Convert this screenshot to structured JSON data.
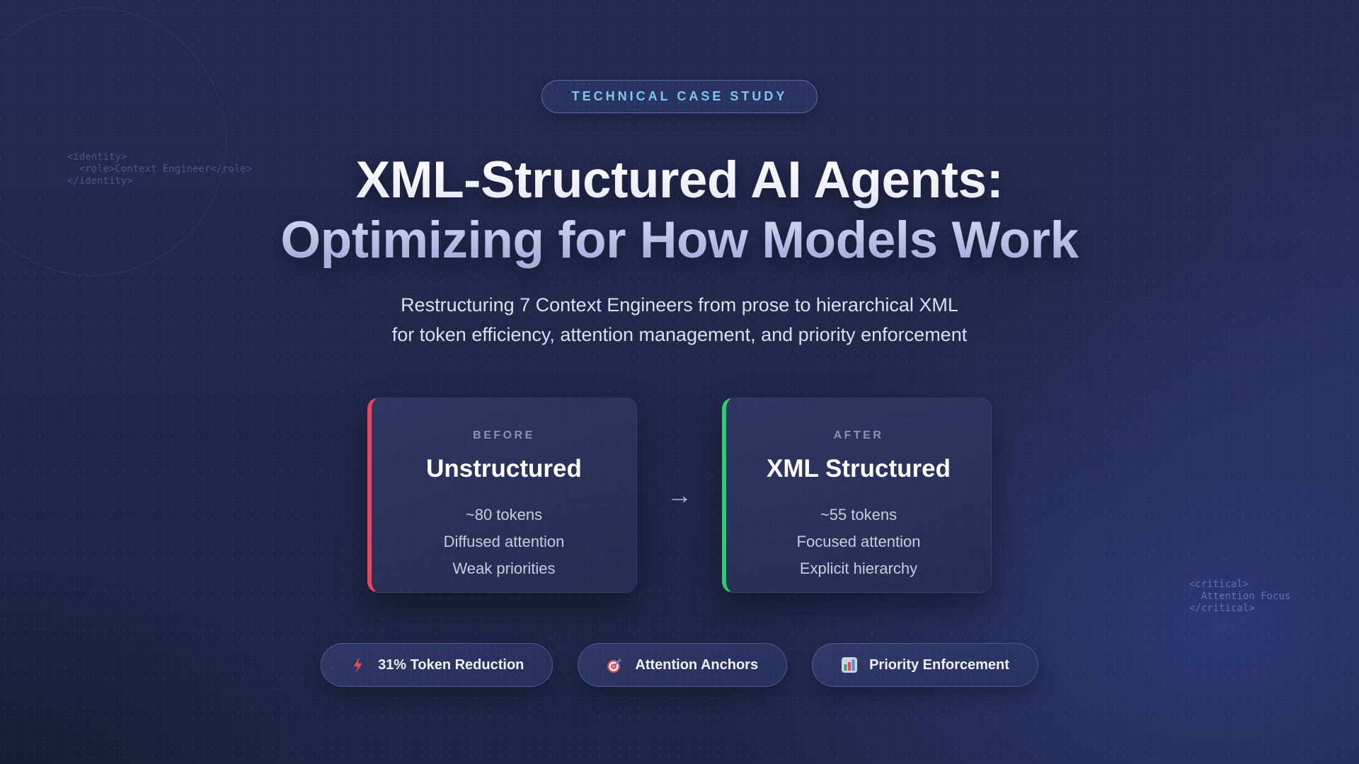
{
  "badge": {
    "label": "TECHNICAL CASE STUDY"
  },
  "title": {
    "line1": "XML-Structured AI Agents:",
    "line2": "Optimizing for How Models Work"
  },
  "subtitle": {
    "line1": "Restructuring 7 Context Engineers from prose to hierarchical XML",
    "line2": "for token efficiency, attention management, and priority enforcement"
  },
  "comparison": {
    "arrow": "→",
    "before": {
      "label": "BEFORE",
      "title": "Unstructured",
      "items": [
        "~80 tokens",
        "Diffused attention",
        "Weak priorities"
      ],
      "accent_color": "#f0445a"
    },
    "after": {
      "label": "AFTER",
      "title": "XML Structured",
      "items": [
        "~55 tokens",
        "Focused attention",
        "Explicit hierarchy"
      ],
      "accent_color": "#2ecc71"
    }
  },
  "pills": [
    {
      "icon": "lightning-icon",
      "label": "31% Token Reduction"
    },
    {
      "icon": "target-icon",
      "label": "Attention Anchors"
    },
    {
      "icon": "bar-chart-icon",
      "label": "Priority Enforcement"
    }
  ],
  "decor": {
    "left_code": "<identity>\n  <role>Context Engineer</role>\n</identity>",
    "right_code": "<critical>\n  Attention Focus\n</critical>"
  },
  "colors": {
    "background_base": "#212749",
    "background_glow": "#2d3c7c",
    "badge_text": "#7ec6f3",
    "muted_label": "#8a93b2",
    "body_text": "#c7cddd",
    "accent_red": "#f0445a",
    "accent_green": "#2ecc71"
  }
}
